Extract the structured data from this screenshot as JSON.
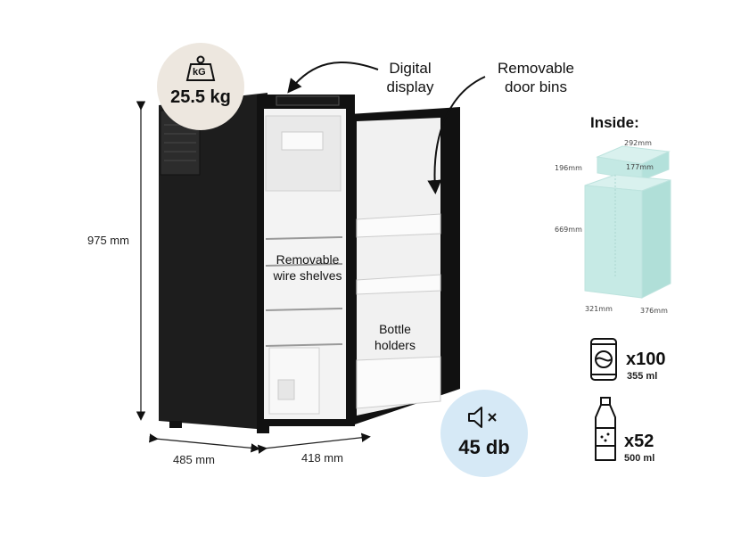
{
  "weight": {
    "value": "25.5 kg",
    "icon": "weight-kg-icon",
    "icon_text": "kG"
  },
  "callouts": {
    "digital_display": "Digital\ndisplay",
    "door_bins": "Removable\ndoor bins",
    "wire_shelves": "Removable\nwire shelves",
    "bottle_holders": "Bottle\nholders"
  },
  "dimensions": {
    "height": "975 mm",
    "depth": "485 mm",
    "width": "418 mm"
  },
  "noise": {
    "value": "45 db",
    "icon": "speaker-mute-icon"
  },
  "inside": {
    "title": "Inside:",
    "dims": {
      "top_width": "292mm",
      "top_depth": "177mm",
      "top_height": "196mm",
      "main_height": "669mm",
      "bottom_width": "321mm",
      "bottom_depth": "376mm"
    }
  },
  "capacity": [
    {
      "icon": "can-icon",
      "count": "x100",
      "volume": "355 ml"
    },
    {
      "icon": "bottle-icon",
      "count": "x52",
      "volume": "500 ml"
    }
  ],
  "colors": {
    "weight_badge": "#ede7df",
    "sound_badge": "#d6e9f6",
    "fridge_body": "#1c1c1c",
    "interior": "#f2f2f2",
    "inside_box": "#bfe6e2"
  }
}
